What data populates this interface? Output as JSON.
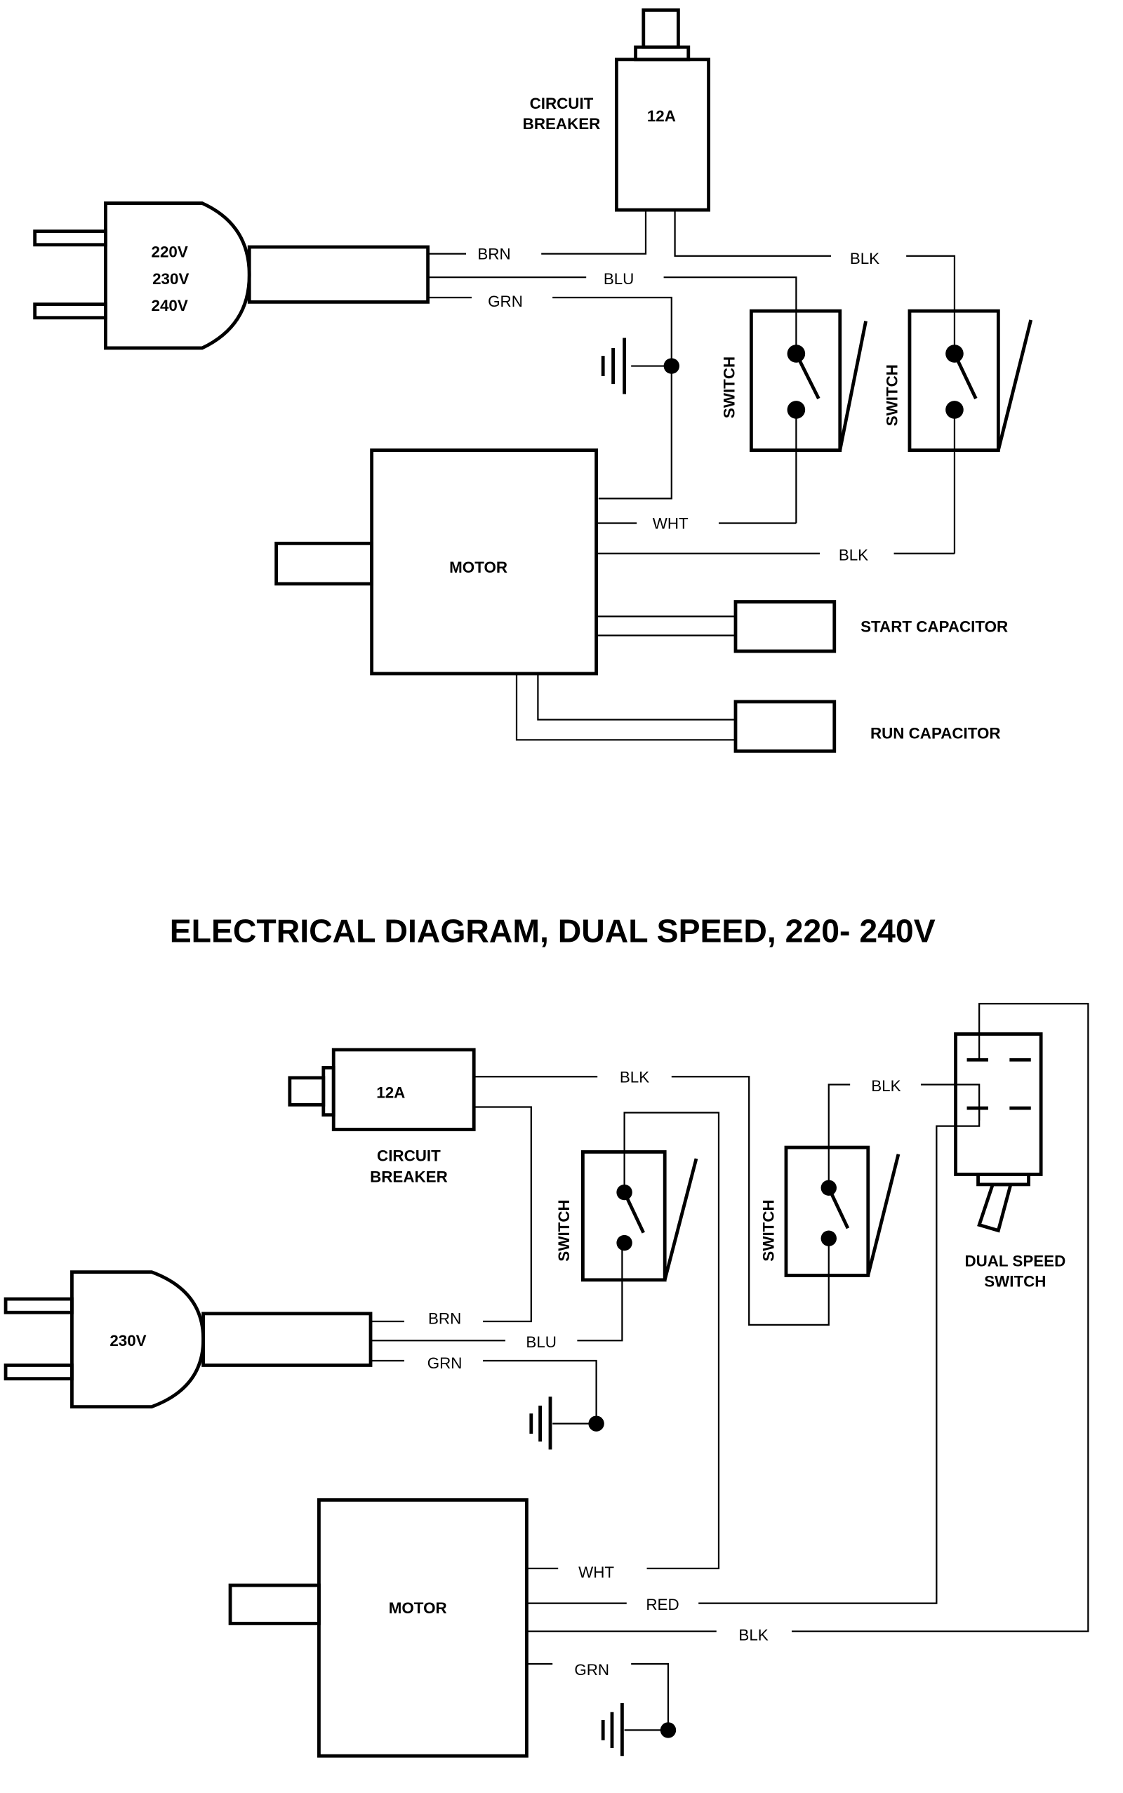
{
  "title": "ELECTRICAL DIAGRAM, DUAL SPEED, 220- 240V",
  "top_diagram": {
    "plug": {
      "voltages": [
        "220V",
        "230V",
        "240V"
      ]
    },
    "breaker": {
      "label_line1": "CIRCUIT",
      "label_line2": "BREAKER",
      "rating": "12A"
    },
    "wires": {
      "brn": "BRN",
      "blu": "BLU",
      "grn": "GRN",
      "blk1": "BLK",
      "wht": "WHT",
      "blk2": "BLK"
    },
    "switch1": "SWITCH",
    "switch2": "SWITCH",
    "motor": "MOTOR",
    "start_capacitor": "START CAPACITOR",
    "run_capacitor": "RUN CAPACITOR"
  },
  "bottom_diagram": {
    "plug": {
      "voltage": "230V"
    },
    "breaker": {
      "label_line1": "CIRCUIT",
      "label_line2": "BREAKER",
      "rating": "12A"
    },
    "wires": {
      "blk1": "BLK",
      "blk2": "BLK",
      "brn": "BRN",
      "blu": "BLU",
      "grn": "GRN",
      "wht": "WHT",
      "red": "RED",
      "blk3": "BLK",
      "grn2": "GRN"
    },
    "switch1": "SWITCH",
    "switch2": "SWITCH",
    "dual_speed_switch": {
      "line1": "DUAL SPEED",
      "line2": "SWITCH"
    },
    "motor": "MOTOR"
  }
}
